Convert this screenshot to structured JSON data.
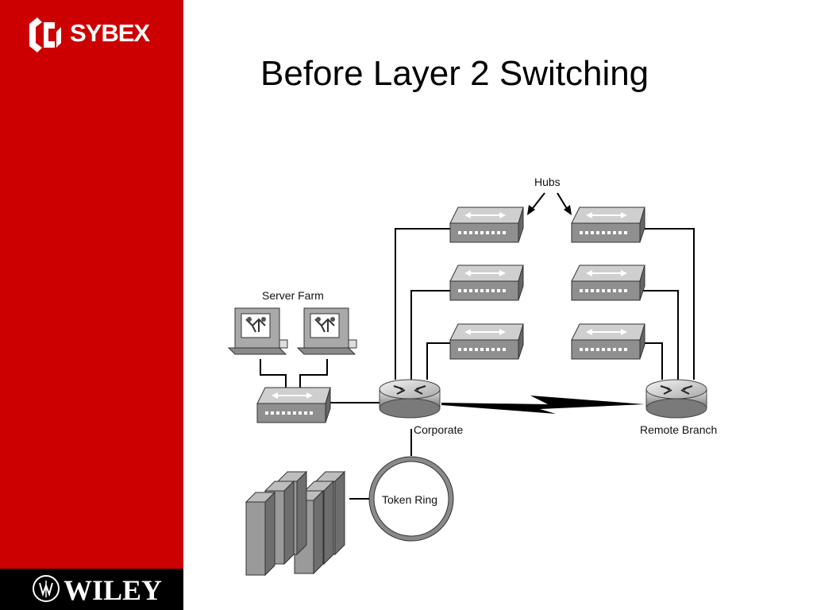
{
  "slide": {
    "title": "Before Layer 2 Switching",
    "brand": {
      "publisher_logo": "SYBEX",
      "footer_logo": "WILEY",
      "sidebar_color": "#cc0000"
    }
  },
  "diagram": {
    "labels": {
      "hubs": "Hubs",
      "server_farm": "Server Farm",
      "corporate": "Corporate",
      "remote_branch": "Remote Branch",
      "token_ring": "Token Ring"
    },
    "icons": [
      "hub-icon",
      "router-icon",
      "server-icon",
      "mainframe-icon",
      "wan-link-icon"
    ]
  }
}
